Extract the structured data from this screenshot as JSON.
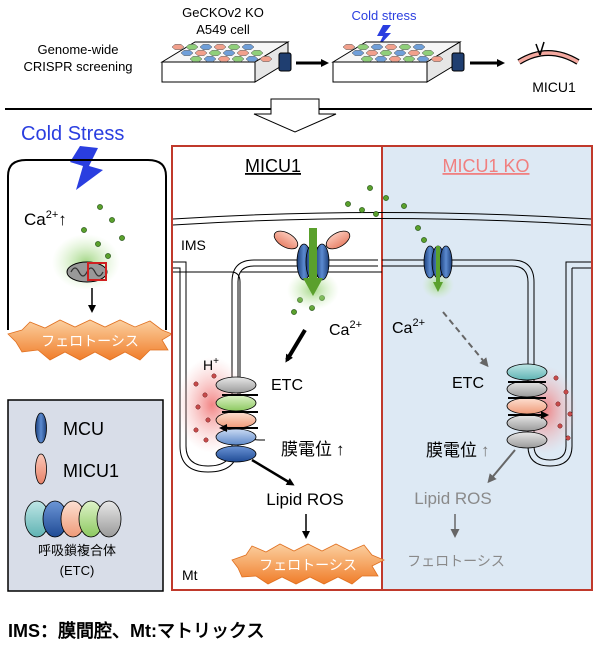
{
  "top": {
    "left_line1": "Genome-wide",
    "left_line2": "CRISPR screening",
    "plate1_line1": "GeCKOv2 KO",
    "plate1_line2": "A549 cell",
    "stress_label": "Cold stress",
    "result_gene": "MICU1"
  },
  "left_cell": {
    "title": "Cold Stress",
    "ca_label": "Ca",
    "ca_sup": "2+",
    "arrow_up": "↑",
    "ferroptosis": "フェロトーシス"
  },
  "legend": {
    "mcu": "MCU",
    "micu1": "MICU1",
    "etc_line1": "呼吸鎖複合体",
    "etc_line2": "(ETC)"
  },
  "panel_micu1": {
    "title": "MICU1",
    "ims": "IMS",
    "ca_label": "Ca",
    "ca_sup": "2+",
    "h_label": "H",
    "h_sup": "+",
    "etc": "ETC",
    "potential": "膜電位",
    "arrow_up": "↑",
    "lipid_ros": "Lipid ROS",
    "ferroptosis": "フェロトーシス",
    "mt": "Mt"
  },
  "panel_ko": {
    "title": "MICU1 KO",
    "ca_label": "Ca",
    "ca_sup": "2+",
    "etc": "ETC",
    "potential": "膜電位",
    "arrow_up": "↑",
    "lipid_ros": "Lipid ROS",
    "ferroptosis": "フェロトーシス"
  },
  "footer": "IMS：膜間腔、Mt:マトリックス",
  "colors": {
    "blue_text": "#2a3ee0",
    "panel_border": "#c0392b",
    "ko_bg": "#dde9f4",
    "ko_title": "#f08080",
    "mcu": "#2f5fa8",
    "micu1": "#f2a08c",
    "green": "#5aa02c",
    "burst": "#f28a3c"
  }
}
